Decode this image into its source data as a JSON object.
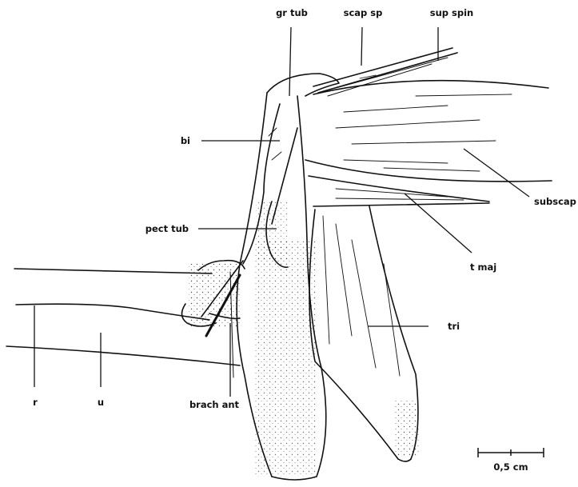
{
  "labels": {
    "gr_tub": "gr tub",
    "scap_sp": "scap sp",
    "sup_spin": "sup spin",
    "bi": "bi",
    "subscap": "subscap",
    "pect_tub": "pect tub",
    "t_maj": "t maj",
    "tri": "tri",
    "r": "r",
    "u": "u",
    "brach_ant": "brach ant"
  },
  "scale_bar": {
    "label": "0,5 cm"
  },
  "colors": {
    "ink": "#111111",
    "paper": "#ffffff"
  }
}
